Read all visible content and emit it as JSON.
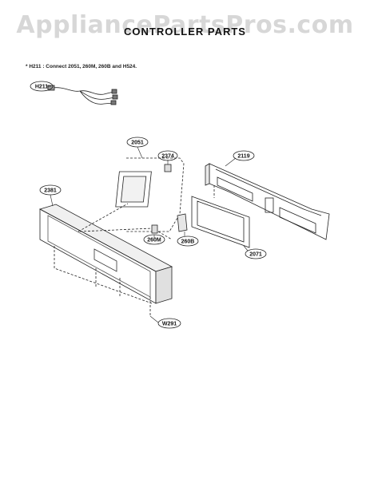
{
  "watermark": "AppliancePartsPros.com",
  "title": "CONTROLLER PARTS",
  "note": "* H211 : Connect 2051, 260M, 260B and H524.",
  "callouts": {
    "h211": "H211",
    "p2051": "2051",
    "p2374": "2374",
    "p2119": "2119",
    "p2381": "2381",
    "p260m": "260M",
    "p260b": "260B",
    "p2071": "2071",
    "w291": "W291"
  }
}
